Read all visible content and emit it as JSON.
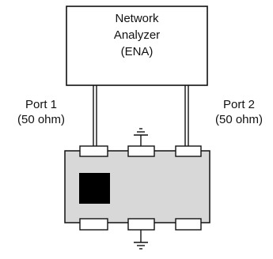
{
  "analyzer": {
    "line1": "Network",
    "line2": "Analyzer",
    "line3": "(ENA)"
  },
  "port1": {
    "line1": "Port 1",
    "line2": "(50 ohm)"
  },
  "port2": {
    "line1": "Port 2",
    "line2": "(50 ohm)"
  },
  "colors": {
    "stroke": "#111111",
    "board_fill": "#d8d8d8",
    "device_fill": "#000000",
    "pad_fill": "#ffffff"
  }
}
